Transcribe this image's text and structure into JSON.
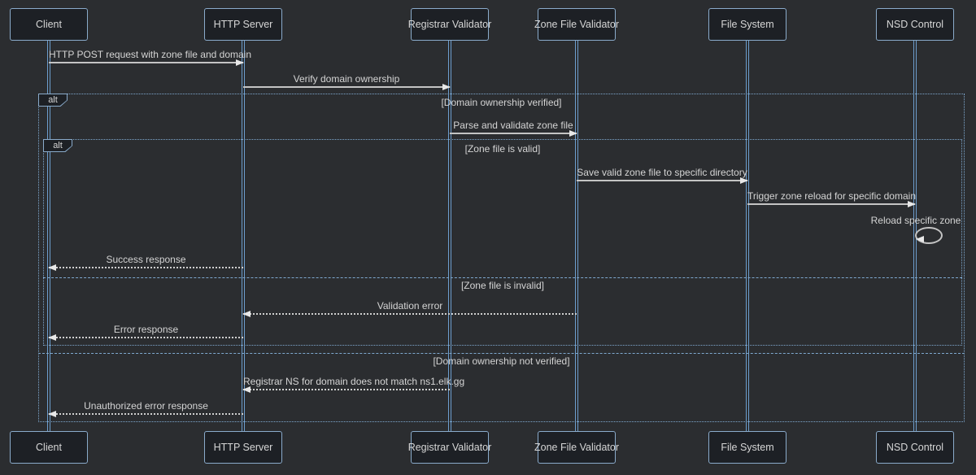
{
  "colors": {
    "background": "#2b2d30",
    "box_fill": "#1d2025",
    "box_border": "#8aabcb",
    "lifeline": "#6d9ece",
    "frame_border": "#7ea8cf",
    "message_line": "#c4c4c4",
    "text": "#d4d4d4"
  },
  "participants": [
    {
      "id": "client",
      "label": "Client"
    },
    {
      "id": "http-server",
      "label": "HTTP Server"
    },
    {
      "id": "registrar-validator",
      "label": "Registrar Validator"
    },
    {
      "id": "zone-file-validator",
      "label": "Zone File Validator"
    },
    {
      "id": "file-system",
      "label": "File System"
    },
    {
      "id": "nsd-control",
      "label": "NSD Control"
    }
  ],
  "frames": {
    "outer_alt": {
      "operator": "alt",
      "conditions": [
        "[Domain ownership verified]",
        "[Domain ownership not verified]"
      ]
    },
    "inner_alt": {
      "operator": "alt",
      "conditions": [
        "[Zone file is valid]",
        "[Zone file is invalid]"
      ]
    }
  },
  "messages": [
    {
      "label": "HTTP POST request with zone file and domain",
      "from": "Client",
      "to": "HTTP Server",
      "line": "solid"
    },
    {
      "label": "Verify domain ownership",
      "from": "HTTP Server",
      "to": "Registrar Validator",
      "line": "solid"
    },
    {
      "label": "Parse and validate zone file",
      "from": "Registrar Validator",
      "to": "Zone File Validator",
      "line": "solid"
    },
    {
      "label": "Save valid zone file to specific directory",
      "from": "Zone File Validator",
      "to": "File System",
      "line": "solid"
    },
    {
      "label": "Trigger zone reload for specific domain",
      "from": "File System",
      "to": "NSD Control",
      "line": "solid"
    },
    {
      "label": "Reload specific zone",
      "from": "NSD Control",
      "to": "NSD Control",
      "line": "self"
    },
    {
      "label": "Success response",
      "from": "HTTP Server",
      "to": "Client",
      "line": "dotted"
    },
    {
      "label": "Validation error",
      "from": "Zone File Validator",
      "to": "HTTP Server",
      "line": "dotted"
    },
    {
      "label": "Error response",
      "from": "HTTP Server",
      "to": "Client",
      "line": "dotted"
    },
    {
      "label": "Registrar NS for domain does not match ns1.elk.gg",
      "from": "Registrar Validator",
      "to": "HTTP Server",
      "line": "dotted"
    },
    {
      "label": "Unauthorized error response",
      "from": "HTTP Server",
      "to": "Client",
      "line": "dotted"
    }
  ]
}
